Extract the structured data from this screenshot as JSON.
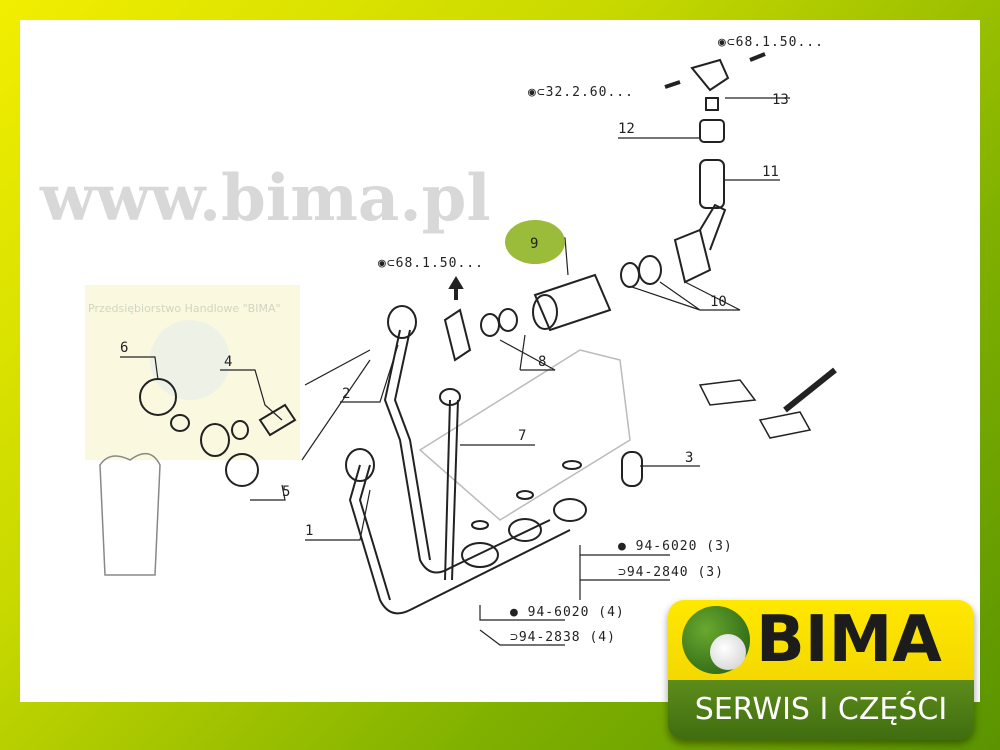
{
  "watermark": {
    "site": "www.bima.pl",
    "company": "Przedsiębiorstwo Handlowe \"BIMA\""
  },
  "callouts": {
    "c1": "1",
    "c2": "2",
    "c3": "3",
    "c4": "4",
    "c5": "5",
    "c6": "6",
    "c7": "7",
    "c8": "8",
    "c9": "9",
    "c10": "10",
    "c11": "11",
    "c12": "12",
    "c13": "13"
  },
  "references": {
    "r_top": "68.1.50...",
    "r_mid": "32.2.60...",
    "r_left": "68.1.50...",
    "r_nut3": "94-6020 (3)",
    "r_bolt3": "94-2840 (3)",
    "r_nut4": "94-6020 (4)",
    "r_bolt4": "94-2838 (4)"
  },
  "highlight_color": "#9bbb3a",
  "logo": {
    "brand": "BIMA",
    "tagline": "SERWIS I CZĘŚCI"
  }
}
